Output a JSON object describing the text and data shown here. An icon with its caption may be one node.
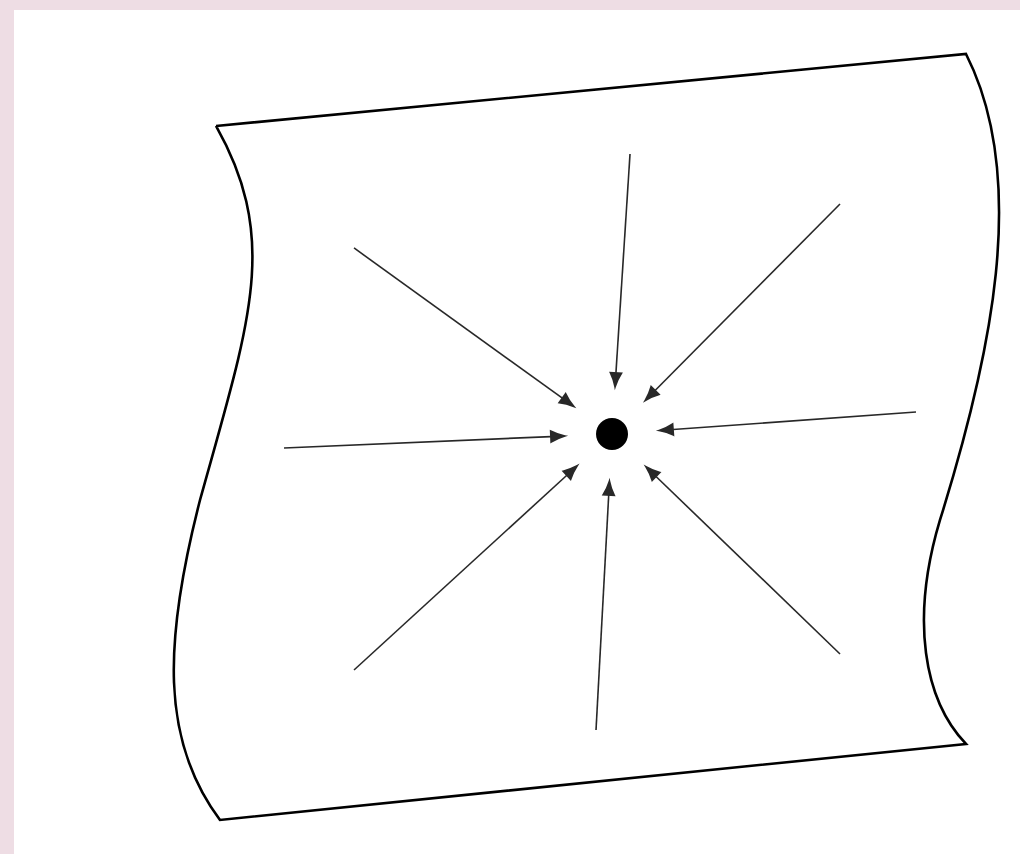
{
  "diagram": {
    "nodes": [
      {
        "text": [],
        "shape": "sheet"
      },
      {
        "text": [],
        "shape": "circle",
        "in": 0
      }
    ],
    "edges": [
      {
        "from": null,
        "to": 1,
        "arrow": "to"
      },
      {
        "from": null,
        "to": 1,
        "arrow": "to"
      },
      {
        "from": null,
        "to": 1,
        "arrow": "to"
      },
      {
        "from": null,
        "to": 1,
        "arrow": "to"
      },
      {
        "from": null,
        "to": 1,
        "arrow": "to"
      },
      {
        "from": null,
        "to": 1,
        "arrow": "to"
      },
      {
        "from": null,
        "to": 1,
        "arrow": "to"
      },
      {
        "from": null,
        "to": 1,
        "arrow": "to"
      }
    ]
  }
}
